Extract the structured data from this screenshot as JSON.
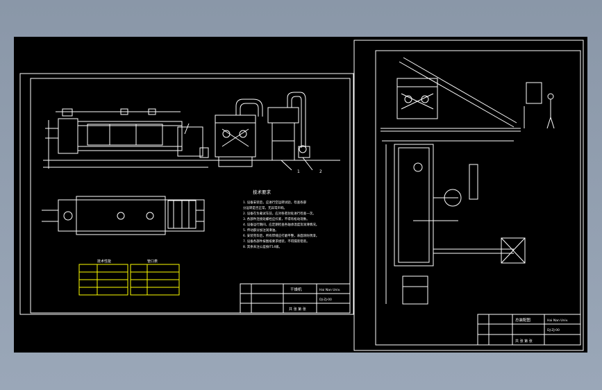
{
  "sheet1": {
    "notes_title": "技术要求",
    "notes": [
      "1. 设备安装后，应进行空运转试验，检查各部",
      "   分运转是否正常，无异常声响。",
      "2. 设备在负载试车前，应对各密封处进行检查一次。",
      "3. 各部件连接处螺栓应拧紧，不得有松动现象。",
      "4. 设备运行期间，应定期检查各轴承温度及润滑情况。",
      "5. 传动部分加注润滑油。",
      "6. 安装完毕后，所有焊缝应打磨平整，表面涂防锈漆。",
      "7. 设备各部件按图纸要求组装，不得漏装错装。",
      "8. 其余未注公差按IT14级。"
    ],
    "table_left_title": "技术性能",
    "table_right_title": "管口表",
    "title_block": {
      "drawing_name": "干燥机",
      "drawing_no": "DJ-ZJ-00",
      "school": "Hai Nan Univ.",
      "footer": "共 张 第 张"
    },
    "labels": {
      "label_1": "1",
      "label_2": "2"
    }
  },
  "sheet2": {
    "title_block": {
      "drawing_name": "总装配图",
      "drawing_no": "DJ-ZJ-00",
      "school": "Hai Nan Univ.",
      "footer": "共 张 第 张"
    }
  },
  "colors": {
    "background": "#8a97a8",
    "canvas": "#000000",
    "line": "#ffffff",
    "highlight": "#ffff00"
  }
}
